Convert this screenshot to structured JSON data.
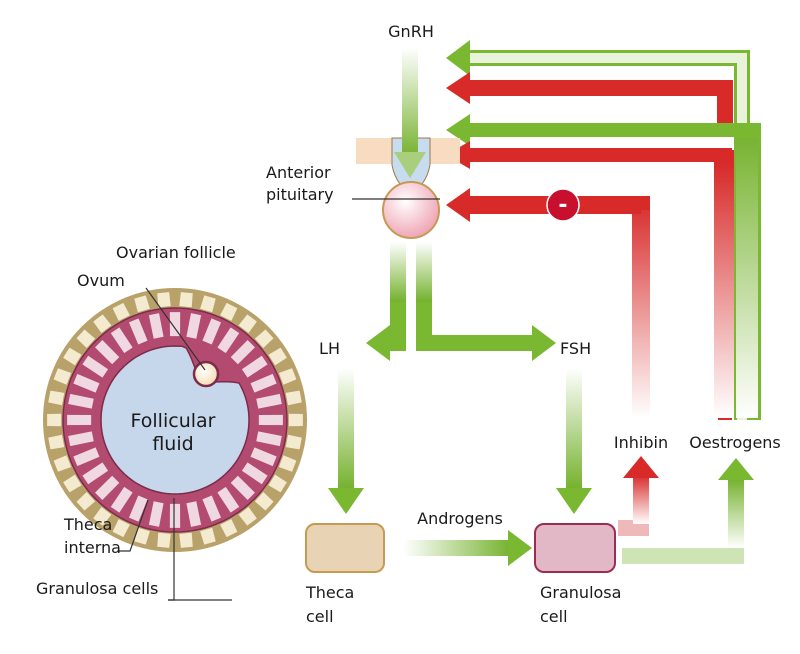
{
  "labels": {
    "gnrh": "GnRH",
    "anterior_pituitary_1": "Anterior",
    "anterior_pituitary_2": "pituitary",
    "ovarian_follicle": "Ovarian follicle",
    "ovum": "Ovum",
    "follicular_fluid_1": "Follicular",
    "follicular_fluid_2": "fluid",
    "theca_interna_1": "Theca",
    "theca_interna_2": "interna",
    "granulosa_cells": "Granulosa cells",
    "lh": "LH",
    "fsh": "FSH",
    "inhibin": "Inhibin",
    "oestrogens": "Oestrogens",
    "androgens": "Androgens",
    "theca_cell_1": "Theca",
    "theca_cell_2": "cell",
    "granulosa_cell_1": "Granulosa",
    "granulosa_cell_2": "cell",
    "inhibit_sign": "-"
  },
  "colors": {
    "green": "#7ab831",
    "red": "#d92a2a",
    "theca_ring": "#b8a26a",
    "granulosa_ring": "#b34a70",
    "fluid": "#c6d7ec",
    "pituitary_pink": "#f5c2cc",
    "theca_cell": "#e8d4b4",
    "granulosa_cell": "#e2b7c6"
  }
}
